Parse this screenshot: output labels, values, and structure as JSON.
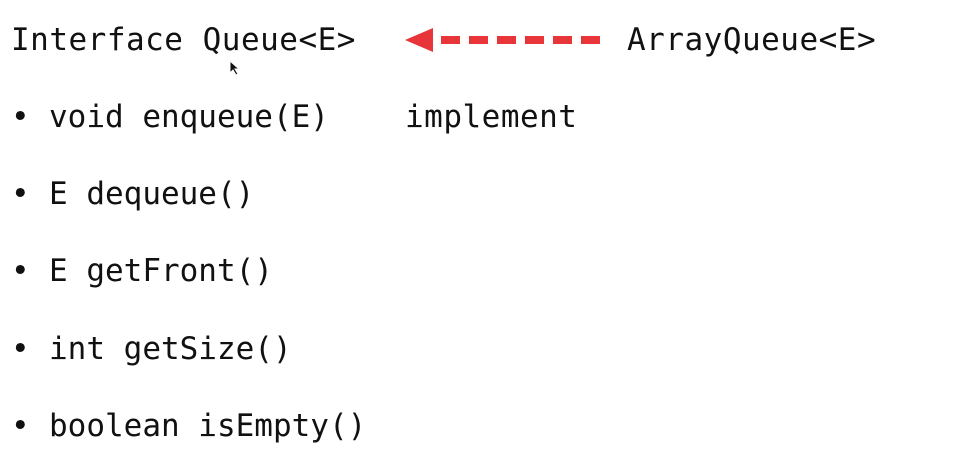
{
  "diagram": {
    "interface_label": "Interface Queue<E>",
    "class_label": "ArrayQueue<E>",
    "relation_label": "implement",
    "arrow_color": "#e8353a",
    "bullet_symbol": "•",
    "methods": [
      "void enqueue(E)",
      "E dequeue()",
      "E getFront()",
      "int getSize()",
      "boolean isEmpty()"
    ]
  }
}
